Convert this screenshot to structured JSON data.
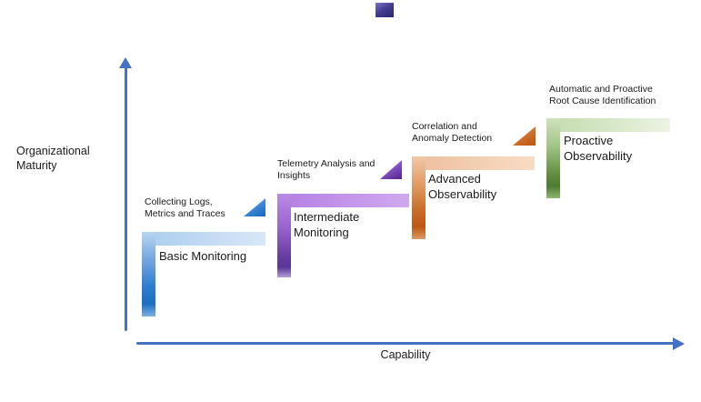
{
  "axes": {
    "y_label": "Organizational\nMaturity",
    "x_label": "Capability",
    "axis_color": "#4472c4"
  },
  "stages": [
    {
      "label": "Basic Monitoring",
      "annotation": "Collecting Logs,\nMetrics and Traces",
      "color_light": "#b9d6f1",
      "color_dark": "#1a6ec2",
      "has_step_arrow": true
    },
    {
      "label": "Intermediate\nMonitoring",
      "annotation": "Telemetry Analysis and\nInsights",
      "color_light": "#c9a6ec",
      "color_dark": "#5c2d91",
      "has_step_arrow": true
    },
    {
      "label": "Advanced\nObservability",
      "annotation": "Correlation and\nAnomaly Detection",
      "color_light": "#f2c8a9",
      "color_dark": "#bb5715",
      "has_step_arrow": true
    },
    {
      "label": "Proactive\nObservability",
      "annotation": "Automatic and Proactive\nRoot Cause Identification",
      "color_light": "#cfe3bc",
      "color_dark": "#4d7b31",
      "has_step_arrow": false
    }
  ],
  "icons": {
    "step_arrow_glyph": "◢",
    "decor_triangle_color": "#34307c"
  },
  "text_color": "#1a1a1a"
}
